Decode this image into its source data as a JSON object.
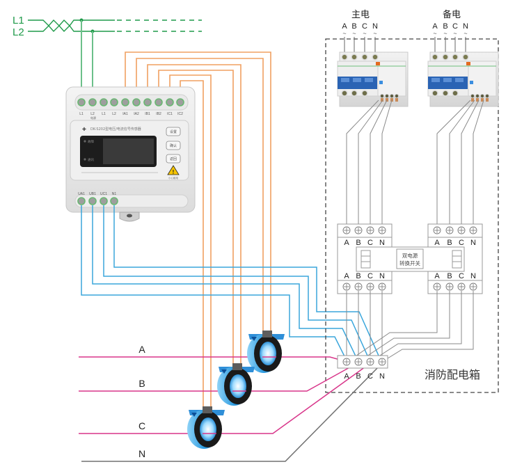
{
  "colors": {
    "supply": "#1f9a4a",
    "supply_light": "#6cc08a",
    "current_wire": "#f0a060",
    "voltage_wire": "#3aa6dc",
    "phase_line": "#d8358a",
    "neutral_line": "#707070",
    "internal_wire": "#8a8a8a",
    "dashed_box": "#444444"
  },
  "supply": {
    "l1_label": "L1",
    "l2_label": "L2"
  },
  "sensor": {
    "brand": "DK-S202型电压/电流信号传感器",
    "model": "DK-S202",
    "top_terminals": [
      "L1",
      "L2",
      "L1",
      "L2",
      "IA1",
      "IA2",
      "IB1",
      "IB2",
      "IC1",
      "IC2"
    ],
    "power_group_label": "电源",
    "bottom_terminals": [
      "UA1",
      "UB1",
      "UC1",
      "N1"
    ],
    "indicators": [
      "故障",
      "通讯"
    ],
    "buttons": [
      "设置",
      "确认",
      "返回"
    ],
    "warning_caption": "小心触电"
  },
  "main_power": {
    "title": "主电",
    "phases": [
      "A",
      "B",
      "C",
      "N"
    ],
    "tilde": "~"
  },
  "backup_power": {
    "title": "备电",
    "phases": [
      "A",
      "B",
      "C",
      "N"
    ],
    "tilde": "~"
  },
  "transfer_switch": {
    "label_line1": "双电源",
    "label_line2": "转换开关",
    "top_left_phases": [
      "A",
      "B",
      "C",
      "N"
    ],
    "top_right_phases": [
      "A",
      "B",
      "C",
      "N"
    ],
    "bottom_left_phases": [
      "A",
      "B",
      "C",
      "N"
    ],
    "bottom_right_phases": [
      "A",
      "B",
      "C",
      "N"
    ]
  },
  "output_terminal": {
    "phases": [
      "A",
      "B",
      "C",
      "N"
    ]
  },
  "cabinet": {
    "label": "消防配电箱"
  },
  "load_lines": {
    "a": "A",
    "b": "B",
    "c": "C",
    "n": "N"
  }
}
